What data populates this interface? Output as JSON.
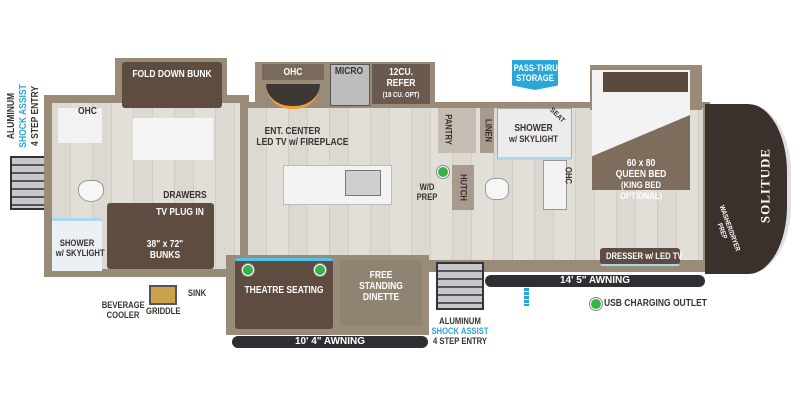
{
  "labels": {
    "rear_entry": {
      "line1": "ALUMINUM",
      "line2": "SHOCK ASSIST",
      "line3": "4 STEP ENTRY"
    },
    "fold_down_bunk": "FOLD DOWN BUNK",
    "ohc_bath": "OHC",
    "ohc_kitchen": "OHC",
    "micro": "MICRO",
    "refer": {
      "line1": "12CU.",
      "line2": "REFER",
      "line3": "(18 CU. OPT)"
    },
    "ent_center": {
      "line1": "ENT. CENTER",
      "line2": "LED TV w/ FIREPLACE"
    },
    "drawers": "DRAWERS",
    "tv_plug": "TV PLUG IN",
    "bunks": {
      "line1": "38\" x 72\"",
      "line2": "BUNKS"
    },
    "shower_rear": {
      "line1": "SHOWER",
      "line2": "w/ SKYLIGHT"
    },
    "beverage_cooler": {
      "line1": "BEVERAGE",
      "line2": "COOLER"
    },
    "griddle": "GRIDDLE",
    "sink": "SINK",
    "theatre_seating": "THEATRE SEATING",
    "dinette": {
      "line1": "FREE",
      "line2": "STANDING",
      "line3": "DINETTE"
    },
    "awning_left": "10' 4\" AWNING",
    "side_entry": {
      "line1": "ALUMINUM",
      "line2": "SHOCK ASSIST",
      "line3": "4 STEP ENTRY"
    },
    "pass_thru": {
      "line1": "PASS-THRU",
      "line2": "STORAGE"
    },
    "pantry": "PANTRY",
    "linen": "LINEN",
    "hutch": "HUTCH",
    "wd_prep": {
      "line1": "W/D",
      "line2": "PREP"
    },
    "shower_front": {
      "line1": "SHOWER",
      "line2": "w/ SKYLIGHT"
    },
    "seat": "SEAT",
    "ohc_front": "OHC",
    "queen_bed": {
      "line1": "60 x 80",
      "line2": "QUEEN BED",
      "line3": "(KING BED",
      "line4": "OPTIONAL)"
    },
    "washer_dryer": {
      "line1": "WASHER/DRYER",
      "line2": "PREP"
    },
    "dresser": "DRESSER w/ LED TV",
    "awning_right": "14' 5\" AWNING",
    "legend_usb": "USB CHARGING OUTLET",
    "logo": "SOLITUDE"
  },
  "colors": {
    "accent_blue": "#2aa6d8",
    "usb_green": "#37b34a",
    "furniture": "#5e4c40"
  }
}
